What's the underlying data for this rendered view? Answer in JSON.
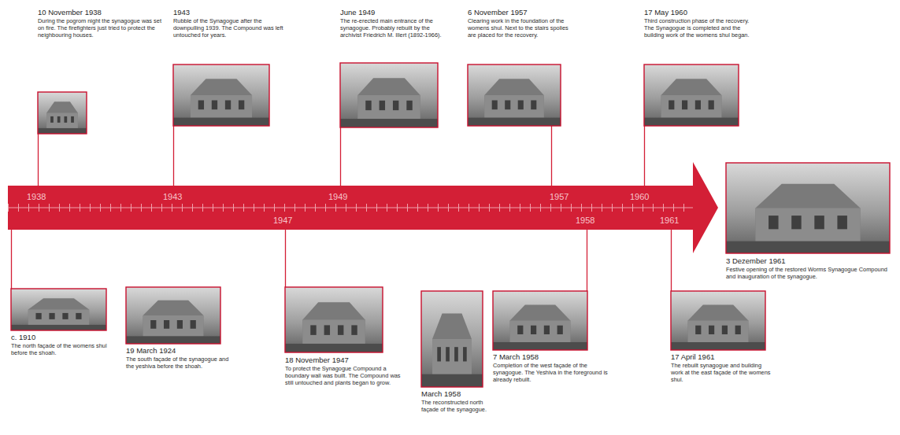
{
  "diagram": {
    "nodes": [
      {
        "text": [
          "c. 1910",
          "The north façade of the womens shul before the shoah."
        ]
      },
      {
        "text": [
          "19 March 1924",
          "The south façade of the synagogue and the yeshiva before the shoah."
        ]
      },
      {
        "text": [
          "10 November 1938",
          "During the pogrom night the synagogue was set on fire. The firefighters just tried to protect the neighbouring houses."
        ]
      },
      {
        "text": [
          "1943",
          "Rubble of the Synagogue after the downpulling 1939. The Compound was left untouched for years."
        ]
      },
      {
        "text": [
          "18 November 1947",
          "To protect the Synagogue Compound a boundary wall was built. The Compound was still untouched and plants began to grow."
        ]
      },
      {
        "text": [
          "June 1949",
          "The re-erected main entrance of the synagogue. Probably rebuilt by the archivist Friedrich M. Illert (1892-1966)."
        ]
      },
      {
        "text": [
          "6 November 1957",
          "Clearing work in the foundation of the womens shul. Next to the stairs spolies are placed for the recovery."
        ]
      },
      {
        "text": [
          "March 1958",
          "The reconstructed north façade of the synagogue."
        ]
      },
      {
        "text": [
          "7 March 1958",
          "Completion of the west façade of the synagogue. The Yeshiva in the foreground is already rebuilt."
        ]
      },
      {
        "text": [
          "17 May 1960",
          "Third construction phase of the recovery. The Synagogue is completed and the building work of the womens shul began."
        ]
      },
      {
        "text": [
          "17 April 1961",
          "The rebuilt synagogue and building work at the east façade of the womens shul."
        ]
      },
      {
        "text": [
          "3 Dezember 1961",
          "Festive opening of the restored Worms Synagogue Compound and inauguration of the synagogue."
        ]
      }
    ],
    "labels": [
      "1938",
      "1943",
      "1949",
      "1957",
      "1960",
      "1947",
      "1958",
      "1961"
    ]
  }
}
